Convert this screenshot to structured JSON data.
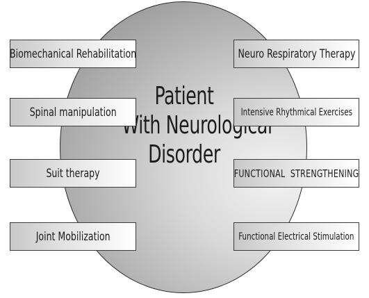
{
  "center": {
    "line1": "Patient",
    "line2": "With Neurological",
    "line3": "Disorder"
  },
  "left_boxes": [
    {
      "label": "Biomechanical Rehabilitation"
    },
    {
      "label": "Spinal manipulation"
    },
    {
      "label": "Suit therapy"
    },
    {
      "label": "Joint Mobilization"
    }
  ],
  "right_boxes": [
    {
      "label": "Neuro Respiratory Therapy"
    },
    {
      "label": "Intensive Rhythmical Exercises"
    },
    {
      "label": "FUNCTIONAL  STRENGTHENING"
    },
    {
      "label": "Functional Electrical Stimulation"
    }
  ]
}
